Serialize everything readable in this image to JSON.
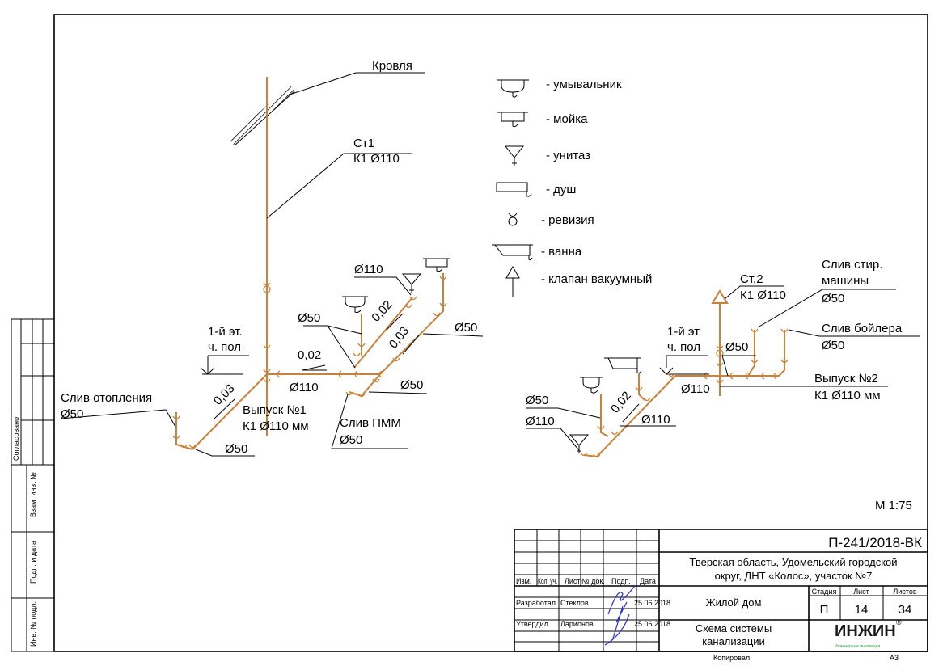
{
  "legend": {
    "washbasin": "- умывальник",
    "sink": "- мойка",
    "toilet": "- унитаз",
    "shower": "- душ",
    "revision": "- ревизия",
    "bath": "- ванна",
    "vacuum_valve": "- клапан вакуумный"
  },
  "left_scheme": {
    "roof": "Кровля",
    "riser_name": "Ст1",
    "riser_spec": "К1 Ø110",
    "floor_1": "1-й эт.",
    "floor_2": "ч. пол",
    "slope_main": "0,02",
    "dia_main": "Ø110",
    "slope_outlet": "0,03",
    "outlet_name": "Выпуск №1",
    "outlet_spec": "К1 Ø110 мм",
    "heating_drain": "Слив отопления",
    "heating_dia": "Ø50",
    "dia_bottom": "Ø50",
    "dia_basin": "Ø50",
    "dia_toilet": "Ø110",
    "slope_toilet": "0,02",
    "slope_sink": "0,03",
    "dia_sink": "Ø50",
    "dia_pmm_line": "Ø50",
    "pmm_name": "Слив ПММ",
    "pmm_dia": "Ø50"
  },
  "right_scheme": {
    "riser_name": "Ст.2",
    "riser_spec": "К1 Ø110",
    "wm_1": "Слив стир.",
    "wm_2": "машины",
    "wm_dia": "Ø50",
    "boiler": "Слив бойлера",
    "boiler_dia": "Ø50",
    "floor_1": "1-й эт.",
    "floor_2": "ч. пол",
    "dia_branch": "Ø50",
    "dia_main": "Ø110",
    "outlet_name": "Выпуск №2",
    "outlet_spec": "К1 Ø110 мм",
    "dia_basin": "Ø50",
    "dia_toilet": "Ø110",
    "slope": "0,02",
    "dia_diag": "Ø110"
  },
  "scale": "М 1:75",
  "side_stamp": {
    "agreed": "Согласовано",
    "inv_replace": "Взам. инв. №",
    "sign_date": "Подп. и дата",
    "inv_orig": "Инв. № подл."
  },
  "title_block": {
    "code": "П-241/2018-ВК",
    "address_1": "Тверская область, Удомельский городской",
    "address_2": "округ, ДНТ «Колос», участок №7",
    "headers": [
      "Изм.",
      "Кол. уч.",
      "Лист",
      "№ док.",
      "Подп.",
      "Дата"
    ],
    "developed_role": "Разработал",
    "developed_name": "Стеклов",
    "developed_date": "25.06.2018",
    "approved_role": "Утвердил",
    "approved_name": "Ларионов",
    "approved_date": "25.06.2018",
    "building": "Жилой дом",
    "stage_label": "Стадия",
    "sheet_label": "Лист",
    "sheets_label": "Листов",
    "stage": "П",
    "sheet": "14",
    "sheets": "34",
    "drawing_1": "Схема системы",
    "drawing_2": "канализации",
    "logo": "ИНЖИН",
    "logo_sub": "Инженерные инновации",
    "copied": "Копировал",
    "format": "А3"
  },
  "colors": {
    "pipe": "#c8823a",
    "logo": "#1a1a1a",
    "logo_sub": "#2e9a3a"
  }
}
